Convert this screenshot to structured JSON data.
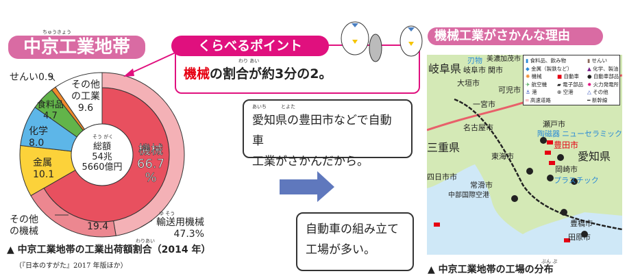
{
  "left": {
    "title": "中京工業地帯",
    "title_ruby": "ちゅうきょう",
    "caption": "中京工業地帯の工業出荷額割合（2014 年）",
    "caption_ruby": "わりあい",
    "source": "（『日本のすがた』2017 年版ほか）"
  },
  "point": {
    "badge": "くらべるポイント",
    "text_highlight": "機械",
    "text_rest": "の割合が約3分の2。",
    "ruby": "わり あい"
  },
  "reasons": {
    "bubble1_line1": "愛知県の豊田市などで自動車",
    "bubble1_line2": "工業がさかんだから。",
    "bubble1_ruby": "あいち　　　とよた",
    "bubble2_line1": "自動車の組み立て",
    "bubble2_line2": "工場が多い。",
    "arrow_color": "#5f78bd"
  },
  "chart_data": {
    "type": "pie",
    "variant": "donut",
    "center_label": [
      "総額",
      "54兆",
      "5660億円"
    ],
    "center_ruby": "そう がく",
    "unit": "%",
    "slices": [
      {
        "name": "機械",
        "value": 66.7,
        "label": "66.7",
        "color": "#e8505f"
      },
      {
        "name": "金属",
        "value": 10.1,
        "label": "10.1",
        "color": "#fcd23a"
      },
      {
        "name": "化学",
        "value": 8.0,
        "label": "8.0",
        "color": "#5db6e8"
      },
      {
        "name": "食料品",
        "value": 4.7,
        "label": "4.7",
        "color": "#62b44a"
      },
      {
        "name": "せんい",
        "value": 0.9,
        "label": "0.9",
        "color": "#f08a2c"
      },
      {
        "name": "その他の工業",
        "value": 9.6,
        "label": "9.6",
        "color": "#ffffff"
      }
    ],
    "machine_breakdown": [
      {
        "name": "輸送用機械",
        "value": 47.3,
        "label": "47.3%",
        "ruby": "ゆ そう",
        "color": "#f4b1b6"
      },
      {
        "name": "その他の機械",
        "value": 19.4,
        "label": "19.4",
        "color": "#ec8790"
      }
    ],
    "labels": {
      "machine": "機械",
      "machine_pct": "66.7",
      "pct_sign": "%",
      "metal": "金属",
      "chem": "化学",
      "food": "食料品",
      "fiber": "せんい",
      "other1": "その他",
      "other2": "の工業",
      "other_machine1": "その他",
      "other_machine2": "の機械",
      "transport": "輸送用機械"
    }
  },
  "map": {
    "title": "機械工業がさかんな理由",
    "caption": "中京工業地帯の工場の分布",
    "caption_ruby": "ぶん ぷ",
    "places": {
      "gifu_pref": "岐阜県",
      "gifu_city": "岐阜市",
      "seki": "関市",
      "hamono": "刃物",
      "minokamo": "美濃加茂市",
      "ogaki": "大垣市",
      "kani": "可児市",
      "ichinomiya": "一宮市",
      "nagoya": "名古屋市",
      "seto": "瀬戸市",
      "toji": "陶磁器",
      "newceramic": "ニューセラミック",
      "toyota": "豊田市",
      "mie": "三重県",
      "tokai": "東海市",
      "aichi": "愛知県",
      "yokkaichi": "四日市市",
      "okazaki": "岡崎市",
      "plastic": "プラスチック",
      "tokoname": "常滑市",
      "airport": "中部国際空港",
      "toyohashi": "豊橋市",
      "tahara": "田原市"
    },
    "legend": [
      {
        "icon": "cup-icon",
        "label": "食料品、飲み物"
      },
      {
        "icon": "spool-icon",
        "label": "せんい"
      },
      {
        "icon": "metal-icon",
        "label": "金属（製鉄など）"
      },
      {
        "icon": "flask-icon",
        "label": "化学、製油"
      },
      {
        "icon": "gear-icon",
        "label": "機械"
      },
      {
        "icon": "car-icon",
        "label": "自動車"
      },
      {
        "icon": "tire-icon",
        "label": "自動車部品"
      },
      {
        "icon": "plane-icon",
        "label": "航空機"
      },
      {
        "icon": "chip-icon",
        "label": "電子部品"
      },
      {
        "icon": "power-plant-icon",
        "label": "火力発電所"
      },
      {
        "icon": "anchor-icon",
        "label": "港"
      },
      {
        "icon": "airport-icon",
        "label": "空港"
      },
      {
        "icon": "triangle-icon",
        "label": "その他"
      },
      {
        "icon": "highway-icon",
        "label": "高速道路"
      },
      {
        "icon": "shinkansen-icon",
        "label": "新幹線"
      }
    ]
  }
}
